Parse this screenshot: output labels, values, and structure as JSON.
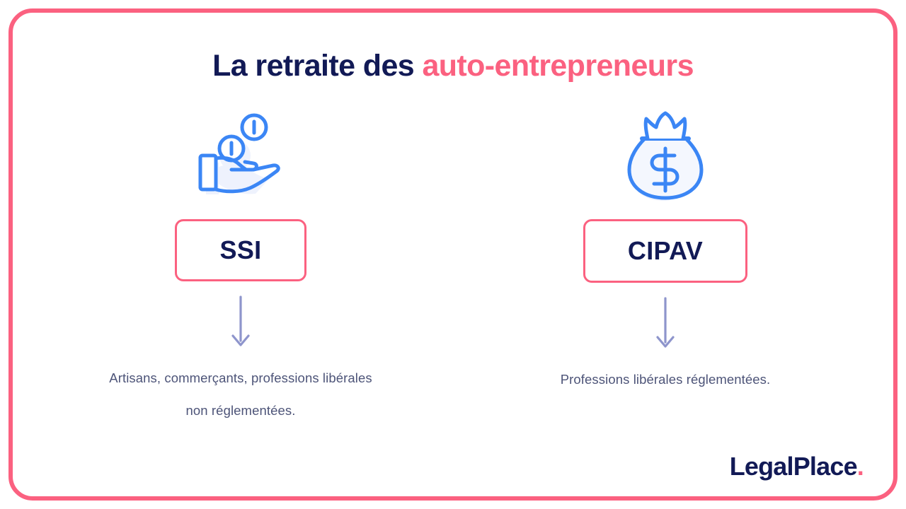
{
  "frame": {
    "border_color": "#fb6180"
  },
  "title": {
    "part_navy": "La retraite des ",
    "part_pink": "auto-entrepreneurs",
    "navy_color": "#121a56",
    "pink_color": "#fb6180"
  },
  "columns": [
    {
      "icon": "hand-with-coins-icon",
      "icon_color": "#3b86f5",
      "label": "SSI",
      "arrow": "down-arrow-icon",
      "arrow_color": "#8e95cc",
      "caption": "Artisans, commerçants, professions libérales non réglementées."
    },
    {
      "icon": "money-bag-icon",
      "icon_color": "#3b86f5",
      "label": "CIPAV",
      "arrow": "down-arrow-icon",
      "arrow_color": "#8e95cc",
      "caption": "Professions libérales réglementées."
    }
  ],
  "logo": {
    "name": "LegalPlace",
    "dot": ".",
    "name_color": "#121a56",
    "dot_color": "#fb6180"
  }
}
